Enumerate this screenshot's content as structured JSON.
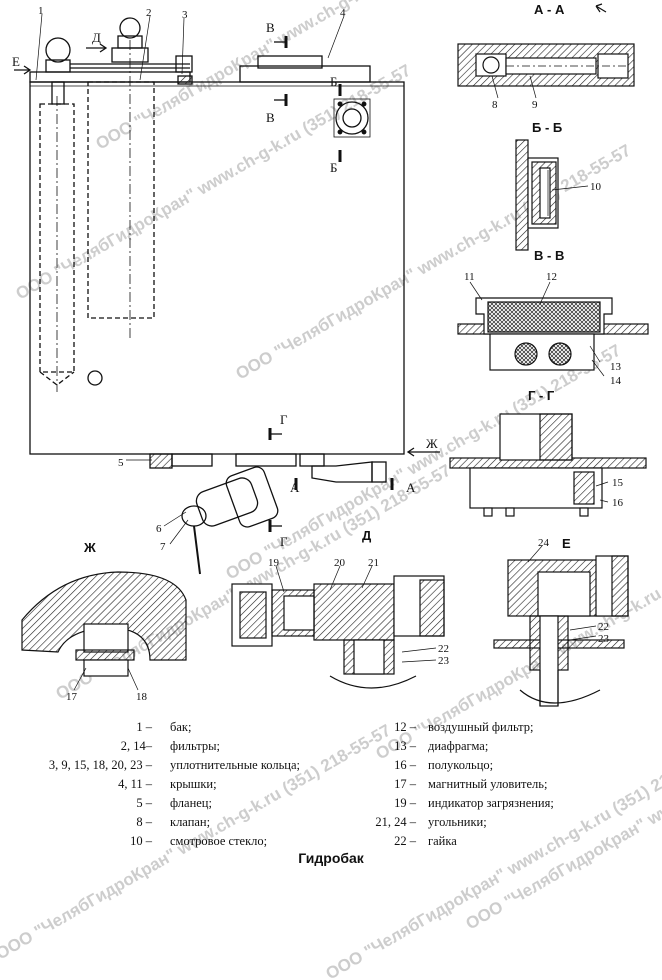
{
  "title": "Гидробак",
  "watermark": "ООО \"ЧелябГидроКран\" www.ch-g-k.ru (351) 218-55-57",
  "section_labels": {
    "aa": "А - А",
    "bb": "Б - Б",
    "vv": "В - В",
    "gg": "Г - Г",
    "d": "Д",
    "e": "Е",
    "zh": "Ж"
  },
  "view_markers": {
    "E": "Е",
    "D": "Д",
    "V": "В",
    "B": "Б",
    "G": "Г",
    "A": "А",
    "ZH": "Ж"
  },
  "callouts": {
    "n1": "1",
    "n2": "2",
    "n3": "3",
    "n4": "4",
    "n5": "5",
    "n6": "6",
    "n7": "7",
    "n8": "8",
    "n9": "9",
    "n10": "10",
    "n11": "11",
    "n12": "12",
    "n13": "13",
    "n14": "14",
    "n15": "15",
    "n16": "16",
    "n17": "17",
    "n18": "18",
    "n19": "19",
    "n20": "20",
    "n21": "21",
    "n22": "22",
    "n23": "23",
    "n24": "24"
  },
  "legend_left": [
    {
      "num": "1 –",
      "text": "бак;"
    },
    {
      "num": "2, 14–",
      "text": "фильтры;"
    },
    {
      "num": "3, 9, 15, 18, 20, 23 –",
      "text": "уплотнительные кольца;"
    },
    {
      "num": "4, 11 –",
      "text": "крышки;"
    },
    {
      "num": "5 –",
      "text": "фланец;"
    },
    {
      "num": "8 –",
      "text": "клапан;"
    },
    {
      "num": "10 –",
      "text": "смотровое стекло;"
    }
  ],
  "legend_right": [
    {
      "num": "12 –",
      "text": "воздушный фильтр;"
    },
    {
      "num": "13 –",
      "text": "диафрагма;"
    },
    {
      "num": "16 –",
      "text": "полукольцо;"
    },
    {
      "num": "17 –",
      "text": "магнитный уловитель;"
    },
    {
      "num": "19 –",
      "text": "индикатор загрязнения;"
    },
    {
      "num": "21, 24 –",
      "text": "угольники;"
    },
    {
      "num": "22 –",
      "text": "гайка"
    }
  ]
}
